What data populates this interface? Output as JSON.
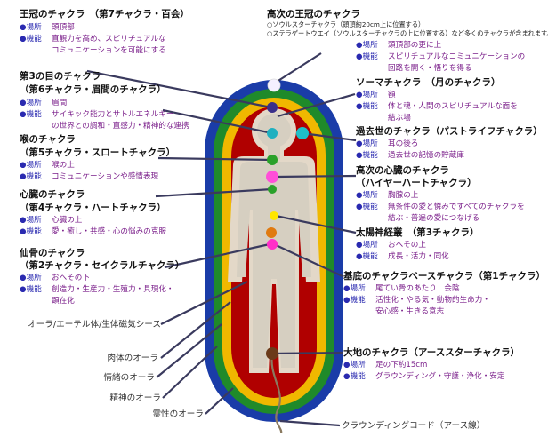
{
  "chakras": [
    {
      "id": "c7",
      "title": "王冠のチャクラ　（第7チャクラ・百会）",
      "location_label": "●場所",
      "location": "頭頂部",
      "function_label": "●機能",
      "function_lines": [
        "直観力を高め、スピリチュアルな",
        "コミュニケーションを可能にする"
      ],
      "color": "#ffffff"
    },
    {
      "id": "c6",
      "title_lines": [
        "第3の目のチャクラ",
        "（第6チャクラ・眉間のチャクラ）"
      ],
      "location_label": "●場所",
      "location": "眉間",
      "function_label": "●機能",
      "function_lines": [
        "サイキック能力とサトルエネルギー",
        "の世界との調和・直感力・精神的な連携"
      ],
      "color": "#3a2f8a"
    },
    {
      "id": "c5",
      "title_lines": [
        "喉のチャクラ",
        "（第5チャクラ・スロートチャクラ）"
      ],
      "location_label": "●場所",
      "location": "喉の上",
      "function_label": "●機能",
      "function_lines": [
        "コミュニケーションや感情表現"
      ],
      "color": "#1fb0c0"
    },
    {
      "id": "c4",
      "title_lines": [
        "心臓のチャクラ",
        "（第4チャクラ・ハートチャクラ）"
      ],
      "location_label": "●場所",
      "location": "心臓の上",
      "function_label": "●機能",
      "function_lines": [
        "愛・癒し・共感・心の悩みの克服"
      ],
      "color": "#2aa12a"
    },
    {
      "id": "c2",
      "title_lines": [
        "仙骨のチャクラ",
        "（第2チャクラ・セイクラルチャクラ）"
      ],
      "location_label": "●場所",
      "location": "おへその下",
      "function_label": "●機能",
      "function_lines": [
        "創造力・生産力・生殖力・具現化・",
        "顕在化"
      ],
      "color": "#e07a10"
    },
    {
      "id": "c8",
      "title": "高次の王冠のチャクラ",
      "notes": [
        "○ソウルスターチャクラ（頭頂約20cm上に位置する）",
        "○ステラゲートウエイ（ソウルスターチャクラの上に位置する）など多くのチャクラが含まれます。"
      ],
      "location_label": "●場所",
      "location": "頭頂部の更に上",
      "function_label": "●機能",
      "function_lines": [
        "スピリチュアルなコミュニケーションの",
        "回路を開く・悟りを得る"
      ],
      "color": "#f4f0ff"
    },
    {
      "id": "soma",
      "title": "ソーマチャクラ　（月のチャクラ）",
      "location_label": "●場所",
      "location": "額",
      "function_label": "●機能",
      "function_lines": [
        "体と魂・人間のスピリチュアルな面を",
        "結ぶ場"
      ],
      "color": "#f3d7f0"
    },
    {
      "id": "past",
      "title": "過去世のチャクラ（パストライフチャクラ）",
      "location_label": "●場所",
      "location": "耳の後ろ",
      "function_label": "●機能",
      "function_lines": [
        "過去世の記憶の貯蔵庫"
      ],
      "color": "#1fc0c8"
    },
    {
      "id": "high_heart",
      "title_lines": [
        "高次の心臓のチャクラ",
        "（ハイヤーハートチャクラ）"
      ],
      "location_label": "●場所",
      "location": "胸腺の上",
      "function_label": "●機能",
      "function_lines": [
        "無条件の愛と憐みですべてのチャクラを",
        "結ぶ・普遍の愛につなげる"
      ],
      "color": "#ff4fd8"
    },
    {
      "id": "c3",
      "title": "太陽神経叢　（第3チャクラ）",
      "location_label": "●場所",
      "location": "おへその上",
      "function_label": "●機能",
      "function_lines": [
        "成長・活力・同化"
      ],
      "color": "#ffe600"
    },
    {
      "id": "c1",
      "title": "基底のチャクラベースチャクラ（第1チャクラ）",
      "location_label": "●場所",
      "location": "尾てい骨のあたり　会陰",
      "function_label": "●機能",
      "function_lines": [
        "活性化・やる気・動物的生命力・",
        "安心感・生きる意志"
      ],
      "color": "#e00020"
    },
    {
      "id": "earth",
      "title": "大地のチャクラ（アーススターチャクラ）",
      "location_label": "●場所",
      "location": "足の下約15cm",
      "function_label": "●機能",
      "function_lines": [
        "グラウンディング・守護・浄化・安定"
      ],
      "color": "#6b3a1a"
    }
  ],
  "aura_layers": [
    {
      "label": "オーラ/エーテル体/生体磁気シース",
      "color": "#e3d8c8"
    },
    {
      "label": "肉体のオーラ",
      "color": "#b00000"
    },
    {
      "label": "情緒のオーラ",
      "color": "#f0b800"
    },
    {
      "label": "精神のオーラ",
      "color": "#1f8a2a"
    },
    {
      "label": "霊性のオーラ",
      "color": "#1a3ca8"
    }
  ],
  "grounding_cord": "クラウンディングコード（アース線）",
  "colors": {
    "outer_aura": "#1a3ca8",
    "mental_aura": "#1f8a2a",
    "emotional_aura": "#f0b800",
    "physical_aura": "#b00000",
    "etheric": "#e3d8c8",
    "body": "#d6cfc1"
  }
}
